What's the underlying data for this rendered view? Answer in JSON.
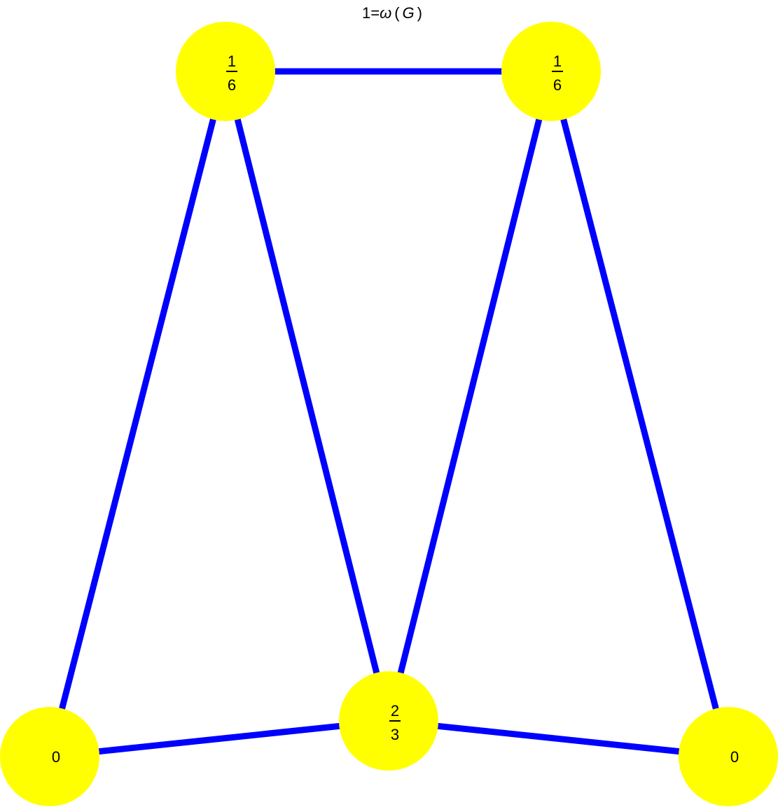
{
  "title": {
    "prefix": "1=",
    "omega": "ω",
    "open_paren": "(",
    "graph_symbol": "G",
    "close_paren": ")"
  },
  "colors": {
    "node_fill": "#FFFF00",
    "edge_stroke": "#0000FF",
    "label_text": "#000000",
    "background": "#FFFFFF"
  },
  "nodes": [
    {
      "id": "top-left",
      "kind": "fraction",
      "numerator": "1",
      "denominator": "6"
    },
    {
      "id": "top-right",
      "kind": "fraction",
      "numerator": "1",
      "denominator": "6"
    },
    {
      "id": "bottom-left",
      "kind": "plain",
      "value": "0"
    },
    {
      "id": "bottom-center",
      "kind": "fraction",
      "numerator": "2",
      "denominator": "3"
    },
    {
      "id": "bottom-right",
      "kind": "plain",
      "value": "0"
    }
  ],
  "edges": [
    {
      "from": "top-left",
      "to": "top-right"
    },
    {
      "from": "top-left",
      "to": "bottom-left"
    },
    {
      "from": "top-left",
      "to": "bottom-center"
    },
    {
      "from": "top-right",
      "to": "bottom-center"
    },
    {
      "from": "top-right",
      "to": "bottom-right"
    },
    {
      "from": "bottom-left",
      "to": "bottom-center"
    },
    {
      "from": "bottom-center",
      "to": "bottom-right"
    }
  ]
}
